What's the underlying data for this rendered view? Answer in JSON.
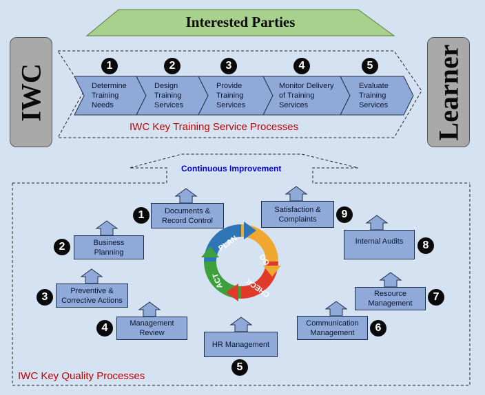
{
  "header": {
    "title": "Interested Parties"
  },
  "left_panel": {
    "label": "IWC"
  },
  "right_panel": {
    "label": "Learner"
  },
  "service_section": {
    "title": "IWC Key Training Service Processes",
    "steps": [
      {
        "number": "1",
        "label": "Determine\nTraining\nNeeds"
      },
      {
        "number": "2",
        "label": "Design\nTraining\nServices"
      },
      {
        "number": "3",
        "label": "Provide\nTraining\nServices"
      },
      {
        "number": "4",
        "label": "Monitor Delivery\nof Training\nServices"
      },
      {
        "number": "5",
        "label": "Evaluate\nTraining\nServices"
      }
    ]
  },
  "improvement": {
    "label": "Continuous Improvement"
  },
  "quality_section": {
    "title": "IWC Key Quality Processes",
    "processes": [
      {
        "number": "1",
        "label": "Documents &\nRecord Control"
      },
      {
        "number": "2",
        "label": "Business\nPlanning"
      },
      {
        "number": "3",
        "label": "Preventive &\nCorrective Actions"
      },
      {
        "number": "4",
        "label": "Management\nReview"
      },
      {
        "number": "5",
        "label": "HR Management"
      },
      {
        "number": "6",
        "label": "Communication\nManagement"
      },
      {
        "number": "7",
        "label": "Resource\nManagement"
      },
      {
        "number": "8",
        "label": "Internal Audits"
      },
      {
        "number": "9",
        "label": "Satisfaction &\nComplaints"
      }
    ]
  },
  "pdca_cycle": {
    "plan": "PLAN",
    "do": "DO",
    "check": "CHECK",
    "act": "ACT"
  },
  "colors": {
    "background": "#d5e2f1",
    "banner": "#a9d18e",
    "box": "#8fa9d8",
    "side_panel": "#a9a9a9",
    "red_text": "#c00000",
    "blue_text": "#0000cc",
    "plan": "#2e75b6",
    "do": "#f0a830",
    "check": "#e03a2a",
    "act": "#3ca03c"
  }
}
